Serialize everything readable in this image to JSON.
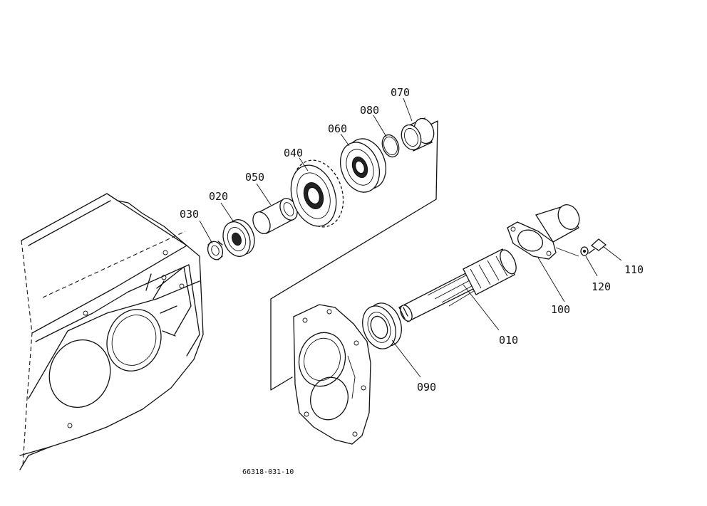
{
  "parts": [
    {
      "id": "p010",
      "label": "010"
    },
    {
      "id": "p020",
      "label": "020"
    },
    {
      "id": "p030",
      "label": "030"
    },
    {
      "id": "p040",
      "label": "040"
    },
    {
      "id": "p050",
      "label": "050"
    },
    {
      "id": "p060",
      "label": "060"
    },
    {
      "id": "p070",
      "label": "070"
    },
    {
      "id": "p080",
      "label": "080"
    },
    {
      "id": "p090",
      "label": "090"
    },
    {
      "id": "p100",
      "label": "100"
    },
    {
      "id": "p110",
      "label": "110"
    },
    {
      "id": "p120",
      "label": "120"
    }
  ],
  "drawing_code": "66318-031-10"
}
